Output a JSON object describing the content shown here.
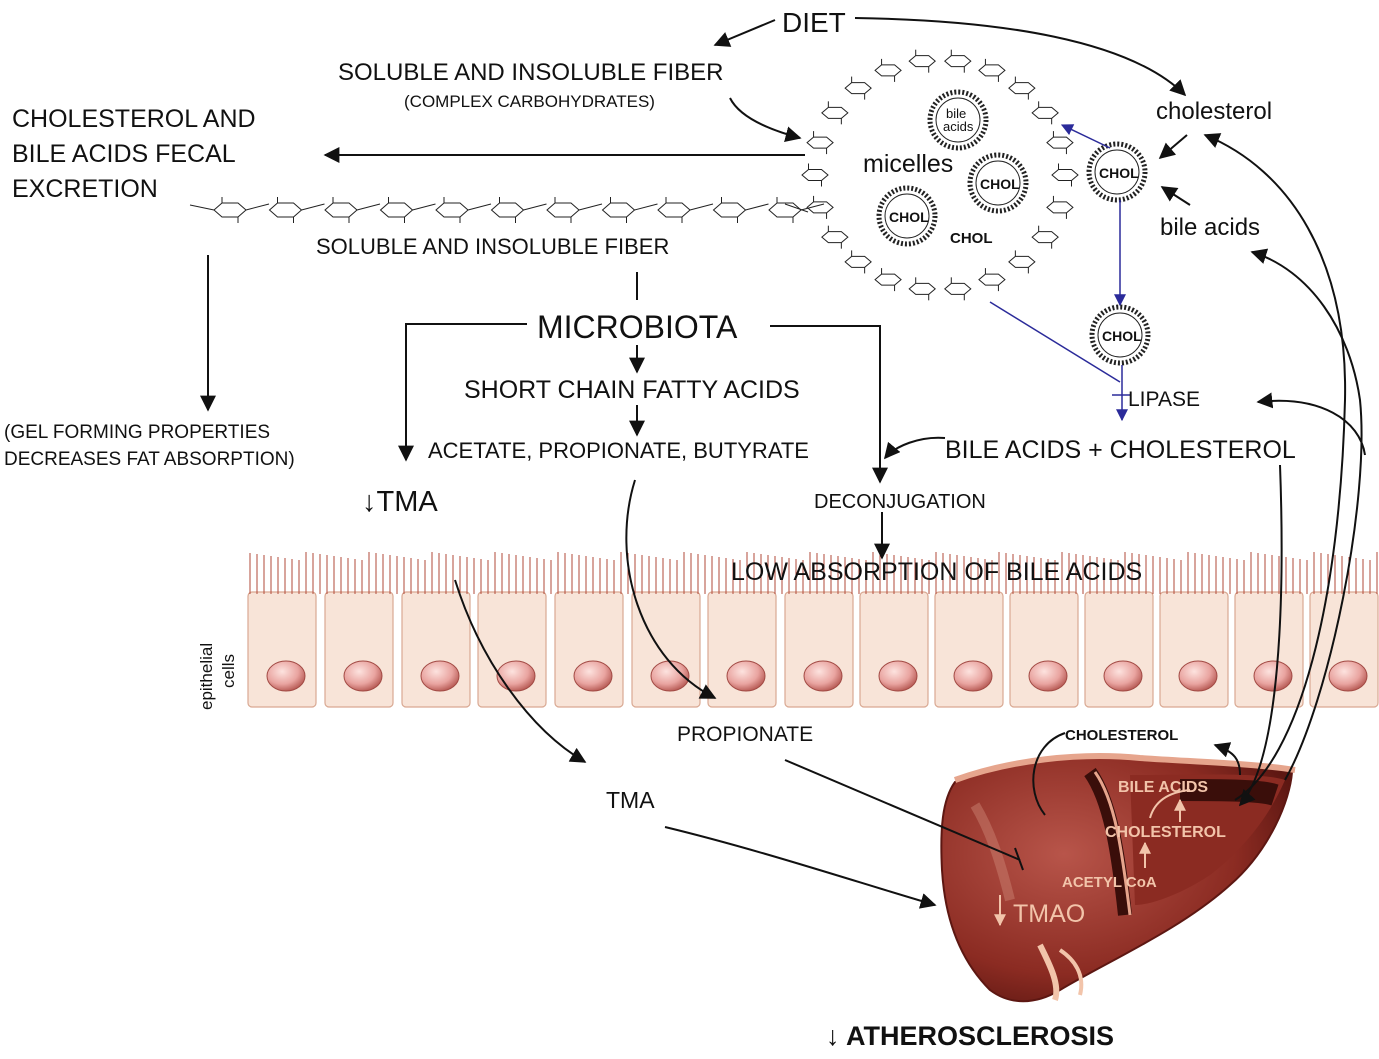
{
  "labels": {
    "diet": "DIET",
    "fiber_top": "SOLUBLE AND INSOLUBLE FIBER",
    "complex_carbs": "(COMPLEX CARBOHYDRATES)",
    "fecal_1": "CHOLESTEROL AND",
    "fecal_2": "BILE ACIDS FECAL",
    "fecal_3": "EXCRETION",
    "fiber_mid": "SOLUBLE AND INSOLUBLE FIBER",
    "micelles": "micelles",
    "bile_acids_micelle_1": "bile",
    "bile_acids_micelle_2": "acids",
    "chol": "CHOL",
    "cholesterol_diet": "cholesterol",
    "bile_acids_lower": "bile acids",
    "microbiota": "MICROBIOTA",
    "scfa": "SHORT CHAIN FATTY ACIDS",
    "acetate": "ACETATE, PROPIONATE, BUTYRATE",
    "gel_1": "(GEL FORMING PROPERTIES",
    "gel_2": "DECREASES FAT ABSORPTION)",
    "tma_down": "↓TMA",
    "lipase": "LIPASE",
    "bile_chol": "BILE ACIDS + CHOLESTEROL",
    "deconjugation": "DECONJUGATION",
    "low_absorption": "LOW ABSORPTION OF BILE ACIDS",
    "epithelial_1": "epithelial",
    "epithelial_2": "cells",
    "propionate": "PROPIONATE",
    "tma": "TMA",
    "liver_cholesterol": "CHOLESTEROL",
    "liver_bile_acids": "BILE ACIDS",
    "liver_cholesterol_inner": "CHOLESTEROL",
    "acetyl_coa": "ACETYL CoA",
    "tmao": "↓ TMAO",
    "atherosclerosis": "↓ ATHEROSCLEROSIS"
  },
  "colors": {
    "arrow": "#111111",
    "blue_arrow": "#2b2b9a",
    "villi": "#b24a3a",
    "cell_fill": "#f8e4d8",
    "cell_border": "#d9a892",
    "nucleus": "#e9a4a0",
    "liver": "#8b2b22",
    "liver_light": "#f2c4aa"
  }
}
